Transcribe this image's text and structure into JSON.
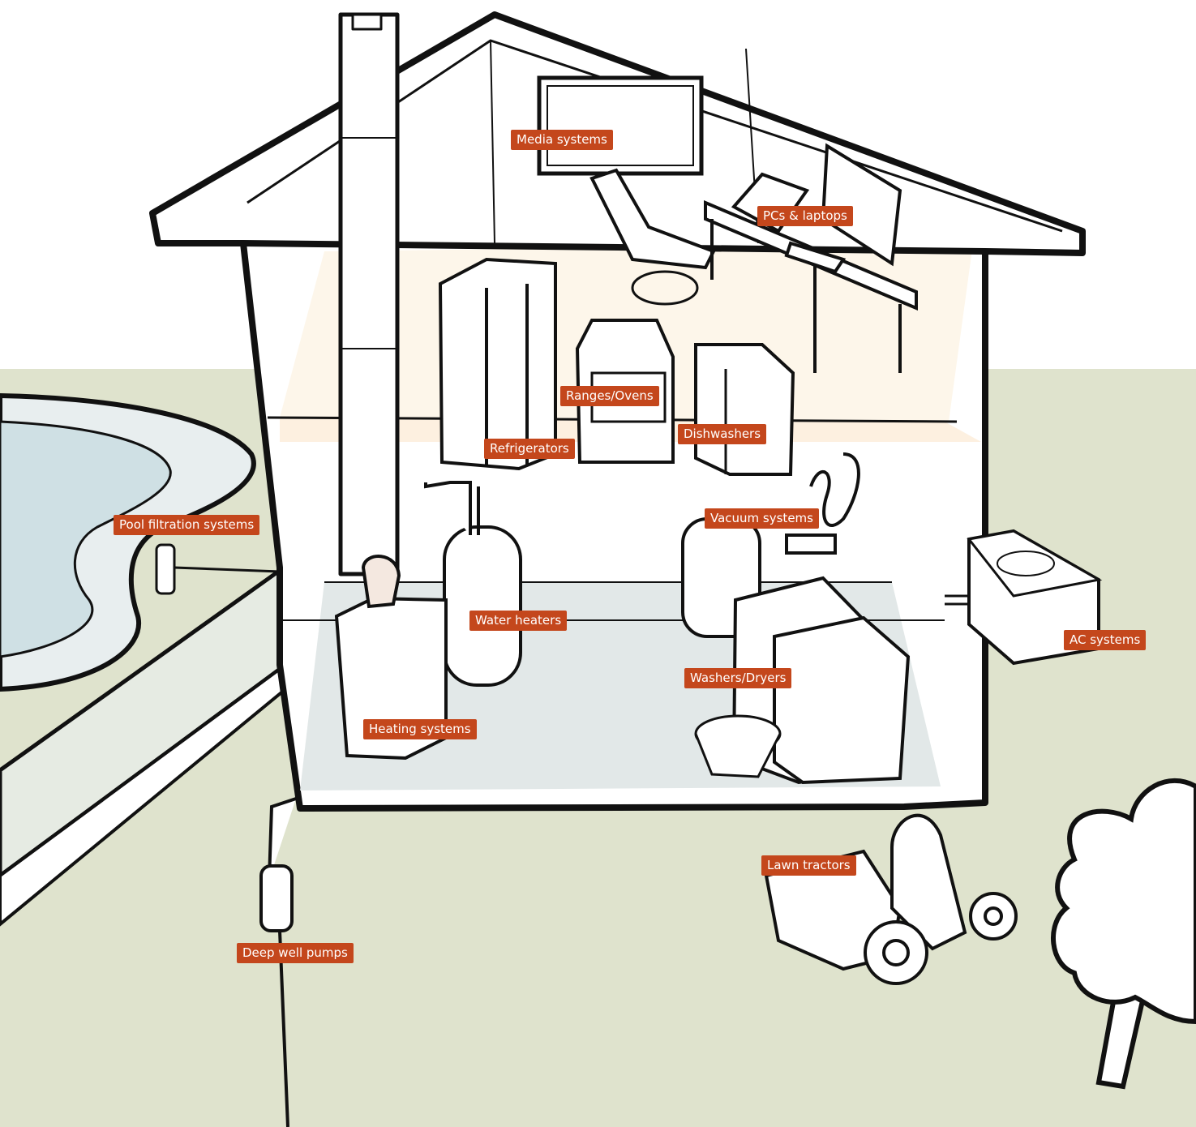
{
  "colors": {
    "ground": "#dfe3cd",
    "tag": "#c4471c",
    "pool_water": "#cfe0e4",
    "floor_glow": "#fdf0e0",
    "floor_blue": "#e2e8e8",
    "line": "#111111"
  },
  "labels": {
    "media_systems": "Media systems",
    "pcs_laptops": "PCs & laptops",
    "ranges_ovens": "Ranges/Ovens",
    "refrigerators": "Refrigerators",
    "dishwashers": "Dishwashers",
    "pool_filtration": "Pool filtration systems",
    "vacuum_systems": "Vacuum systems",
    "water_heaters": "Water heaters",
    "ac_systems": "AC systems",
    "washers_dryers": "Washers/Dryers",
    "heating_systems": "Heating systems",
    "lawn_tractors": "Lawn tractors",
    "deep_well_pumps": "Deep well pumps"
  },
  "icons": [
    "house-illustration",
    "pool-illustration",
    "tree-illustration",
    "lawn-tractor-illustration",
    "well-pump-illustration"
  ]
}
